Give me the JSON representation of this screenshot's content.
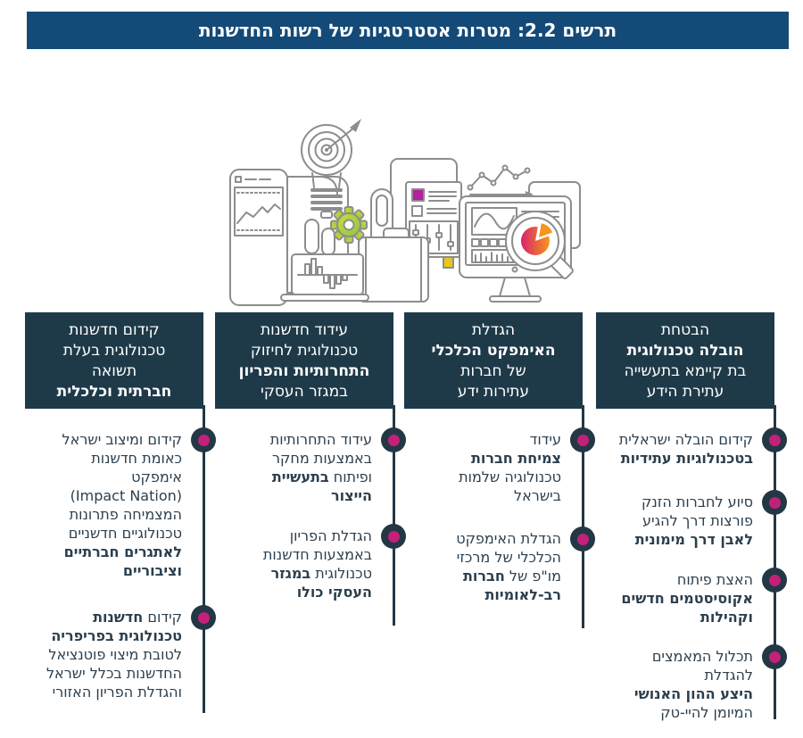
{
  "title": "תרשים 2.2: מטרות אסטרטגיות של רשות החדשנות",
  "colors": {
    "banner_bg": "#134a77",
    "header_bg": "#1e3a49",
    "body_text": "#2b3f4e",
    "line": "#233744",
    "bullet_outer": "#233744",
    "bullet_inner": "#c32179",
    "outline": "#8d8d8d",
    "gear_green": "#8dc63f",
    "gear_light": "#cddc3c",
    "pie_magenta": "#d6246e",
    "pie_orange": "#f7941d",
    "square_magenta": "#b5209e",
    "square_yellow": "#e8c61c"
  },
  "illustration": {
    "icons": [
      "scroll-document-icon",
      "report-line-chart-icon",
      "target-dart-bulb-icon",
      "gear-icon",
      "laptop-bar-chart-icon",
      "briefcase-icon",
      "documents-stack-icon",
      "settings-sliders-panel-icon",
      "zigzag-graph-arrow-icon",
      "monitor-dashboard-icon",
      "magnifier-pie-chart-icon"
    ]
  },
  "columns": [
    {
      "id": "technological-leadership",
      "header_lines": [
        {
          "t": "הבטחת",
          "b": false
        },
        {
          "t": "הובלה טכנולוגית",
          "b": true
        },
        {
          "t": "בת קיימא בתעשייה",
          "b": false
        },
        {
          "t": "עתירת הידע",
          "b": false
        }
      ],
      "items": [
        {
          "lines": [
            [
              {
                "t": "קידום הובלה ישראלית",
                "b": false
              }
            ],
            [
              {
                "t": "בטכנולוגיות עתידיות",
                "b": true
              }
            ]
          ]
        },
        {
          "lines": [
            [
              {
                "t": "סיוע לחברות הזנק",
                "b": false
              }
            ],
            [
              {
                "t": "פורצות דרך להגיע",
                "b": false
              }
            ],
            [
              {
                "t": "לאבן דרך מימונית",
                "b": true
              }
            ]
          ]
        },
        {
          "lines": [
            [
              {
                "t": "האצת פיתוח",
                "b": false
              }
            ],
            [
              {
                "t": "אקוסיסטמים חדשים",
                "b": true
              }
            ],
            [
              {
                "t": "וקהילות",
                "b": true
              }
            ]
          ]
        },
        {
          "lines": [
            [
              {
                "t": "תכלול המאמצים",
                "b": false
              }
            ],
            [
              {
                "t": "להגדלת",
                "b": false
              }
            ],
            [
              {
                "t": "היצע ההון האנושי",
                "b": true
              }
            ],
            [
              {
                "t": "המיומן להיי-טק",
                "b": false
              }
            ]
          ]
        }
      ]
    },
    {
      "id": "economic-impact",
      "header_lines": [
        {
          "t": "הגדלת",
          "b": false
        },
        {
          "t": "האימפקט הכלכלי",
          "b": true
        },
        {
          "t": "של חברות",
          "b": false
        },
        {
          "t": "עתירות ידע",
          "b": false
        }
      ],
      "items": [
        {
          "lines": [
            [
              {
                "t": "עידוד",
                "b": false
              }
            ],
            [
              {
                "t": "צמיחת חברות",
                "b": true
              }
            ],
            [
              {
                "t": "טכנולוגיה שלמות",
                "b": false
              }
            ],
            [
              {
                "t": "בישראל",
                "b": false
              }
            ]
          ]
        },
        {
          "lines": [
            [
              {
                "t": "הגדלת האימפקט",
                "b": false
              }
            ],
            [
              {
                "t": "הכלכלי של מרכזי",
                "b": false
              }
            ],
            [
              {
                "t": "מו\"פ של ",
                "b": false
              },
              {
                "t": "חברות",
                "b": true
              }
            ],
            [
              {
                "t": "רב-לאומיות",
                "b": true
              }
            ]
          ]
        }
      ]
    },
    {
      "id": "competitiveness-productivity",
      "header_lines": [
        {
          "t": "עידוד חדשנות",
          "b": false
        },
        {
          "t": "טכנולוגית לחיזוק",
          "b": false
        },
        {
          "t": "התחרותיות והפריון",
          "b": true
        },
        {
          "t": "במגזר העסקי",
          "b": false
        }
      ],
      "items": [
        {
          "lines": [
            [
              {
                "t": "עידוד התחרותיות",
                "b": false
              }
            ],
            [
              {
                "t": "באמצעות מחקר",
                "b": false
              }
            ],
            [
              {
                "t": "ופיתוח ",
                "b": false
              },
              {
                "t": "בתעשיית",
                "b": true
              }
            ],
            [
              {
                "t": "הייצור",
                "b": true
              }
            ]
          ]
        },
        {
          "lines": [
            [
              {
                "t": "הגדלת הפריון",
                "b": false
              }
            ],
            [
              {
                "t": "באמצעות חדשנות",
                "b": false
              }
            ],
            [
              {
                "t": "טכנולוגית ",
                "b": false
              },
              {
                "t": "במגזר",
                "b": true
              }
            ],
            [
              {
                "t": "העסקי כולו",
                "b": true
              }
            ]
          ]
        }
      ]
    },
    {
      "id": "social-economic-return",
      "header_lines": [
        {
          "t": "קידום חדשנות",
          "b": false
        },
        {
          "t": "טכנולוגית בעלת",
          "b": false
        },
        {
          "t": "תשואה",
          "b": false
        },
        {
          "t": "חברתית וכלכלית",
          "b": true
        }
      ],
      "items": [
        {
          "lines": [
            [
              {
                "t": "קידום ומיצוב ישראל",
                "b": false
              }
            ],
            [
              {
                "t": "כאומת חדשנות",
                "b": false
              }
            ],
            [
              {
                "t": "אימפקט",
                "b": false
              }
            ],
            [
              {
                "t": "(Impact Nation)",
                "b": false
              }
            ],
            [
              {
                "t": "המצמיחה פתרונות",
                "b": false
              }
            ],
            [
              {
                "t": "טכנולוגיים חדשניים",
                "b": false
              }
            ],
            [
              {
                "t": "לאתגרים חברתיים",
                "b": true
              }
            ],
            [
              {
                "t": "וציבוריים",
                "b": true
              }
            ]
          ]
        },
        {
          "lines": [
            [
              {
                "t": "קידום ",
                "b": false
              },
              {
                "t": "חדשנות",
                "b": true
              }
            ],
            [
              {
                "t": "טכנולוגית בפריפריה",
                "b": true
              }
            ],
            [
              {
                "t": "לטובת מיצוי פוטנציאל",
                "b": false
              }
            ],
            [
              {
                "t": "החדשנות בכלל ישראל",
                "b": false
              }
            ],
            [
              {
                "t": "והגדלת הפריון האזורי",
                "b": false
              }
            ]
          ]
        }
      ]
    }
  ]
}
